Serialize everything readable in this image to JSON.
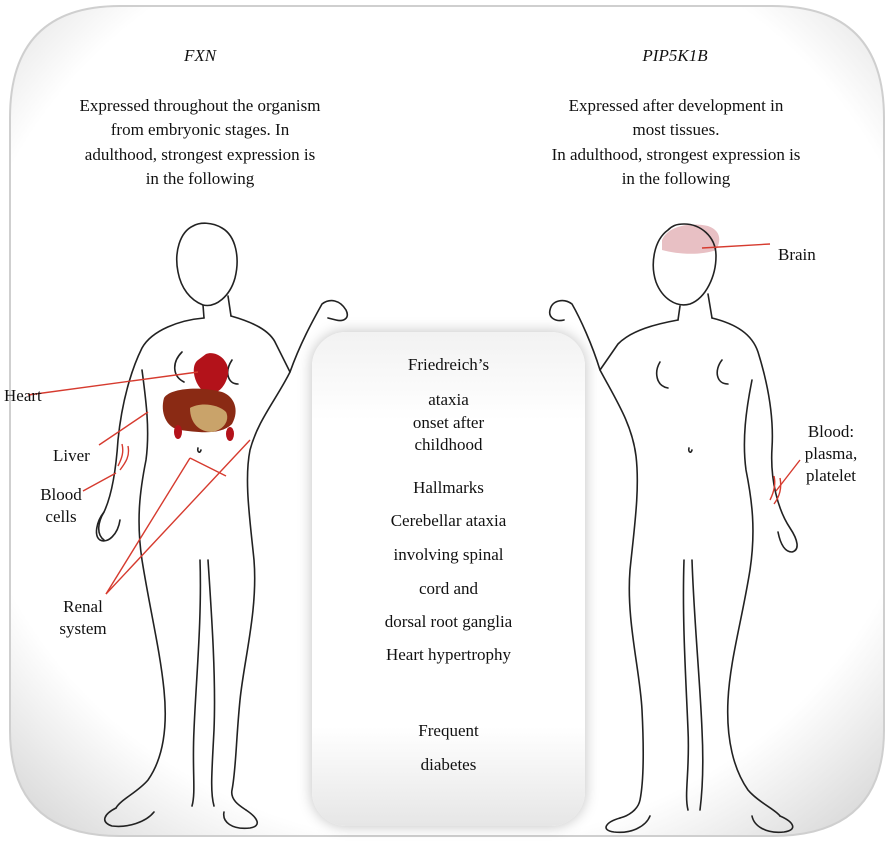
{
  "left": {
    "gene": "FXN",
    "description": [
      "Expressed throughout the organism",
      "from embryonic stages. In",
      "adulthood, strongest expression is",
      "in the following"
    ],
    "labels": {
      "heart": "Heart",
      "liver": "Liver",
      "blood_cells": [
        "Blood",
        "cells"
      ],
      "renal_system": [
        "Renal",
        "system"
      ]
    }
  },
  "right": {
    "gene": "PIP5K1B",
    "description": [
      "Expressed after development in",
      "most tissues.",
      "In adulthood, strongest expression is",
      "in the following"
    ],
    "labels": {
      "brain": "Brain",
      "blood": [
        "Blood:",
        "plasma,",
        "platelet"
      ]
    }
  },
  "center": {
    "lines": [
      "Friedreich’s",
      "ataxia",
      "onset after",
      "childhood",
      "Hallmarks",
      "Cerebellar ataxia",
      "involving spinal",
      "cord and",
      "dorsal root ganglia",
      "Heart hypertrophy",
      "Frequent",
      "diabetes"
    ]
  },
  "colors": {
    "annotation_line": "#d63b2f",
    "organ_red": "#b3121a",
    "brain_highlight": "#e8c0c4",
    "outline": "#222222"
  }
}
